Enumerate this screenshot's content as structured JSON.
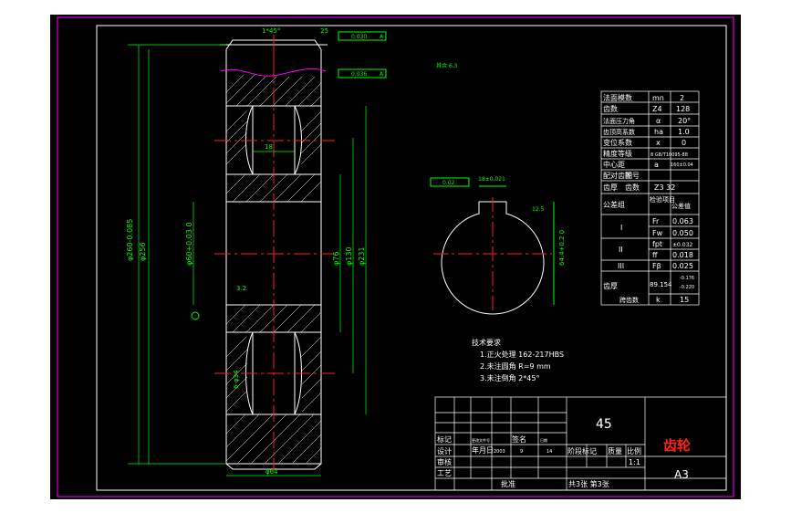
{
  "drawing": {
    "title_block": {
      "material": "45",
      "part_name": "齿轮",
      "sheet_size": "A3",
      "rows_left": [
        "标记",
        "设计",
        "审核",
        "工艺"
      ],
      "date_col": "年月日",
      "sign_col": "签名",
      "date_year": "2003",
      "date_month": "9",
      "date_day": "14",
      "stage_label": "阶段标记",
      "weight_label": "质量",
      "scale_label": "比例",
      "scale_value": "1:1",
      "approve_label": "批准",
      "sheet_count": "共3张 第3张",
      "small_note_1": "更改文件号",
      "small_note_2": "日期"
    },
    "params": {
      "rows": [
        {
          "name": "法面模数",
          "symbol": "mn",
          "value": "2"
        },
        {
          "name": "齿数",
          "symbol": "Z4",
          "value": "128"
        },
        {
          "name": "法面压力角",
          "symbol": "α",
          "value": "20°"
        },
        {
          "name": "齿顶高系数",
          "symbol": "ha",
          "value": "1.0"
        },
        {
          "name": "变位系数",
          "symbol": "x",
          "value": "0"
        },
        {
          "name": "精度等级",
          "symbol": "",
          "value": "8 GB/T10095-88"
        },
        {
          "name": "中心距",
          "symbol": "a",
          "value": "160±0.04"
        },
        {
          "name": "配对齿轮",
          "symbol": "图号",
          "value": ""
        },
        {
          "name": "",
          "symbol": "齿数",
          "value": "Z3 32"
        }
      ],
      "group_header": {
        "col1": "公差组",
        "col2": "检验项目",
        "col3": "公差值"
      },
      "groups": [
        {
          "label": "I",
          "items": [
            {
              "symbol": "Fr",
              "value": "0.063"
            },
            {
              "symbol": "Fw",
              "value": "0.050"
            }
          ]
        },
        {
          "label": "II",
          "items": [
            {
              "symbol": "fpt",
              "value": "±0.032"
            },
            {
              "symbol": "ff",
              "value": "0.018"
            }
          ]
        },
        {
          "label": "III",
          "items": [
            {
              "symbol": "Fβ",
              "value": "0.025"
            }
          ]
        }
      ],
      "thickness": {
        "label": "齿厚",
        "value": "89.154",
        "upper": "-0.176",
        "lower": "-0.220",
        "count_label": "跨齿数",
        "k": "15"
      }
    },
    "notes": {
      "heading": "技术要求",
      "items": [
        "1.正火处理 162-217HBS",
        "2.未注圆角 R=9 mm",
        "3.未注倒角 2*45°"
      ]
    },
    "dims": {
      "top_chamfer": "1*45°",
      "od": "φ260-0.085",
      "d256": "φ256",
      "d60": "φ60+0.03 0",
      "d76": "φ76",
      "d130": "φ130",
      "d231": "φ231",
      "web": "18",
      "bottom": "φ64",
      "width": "6-φ34",
      "key_width": "18±0.021",
      "key_height": "64.4+0.2 0",
      "roughness_main": "3.2",
      "roughness_other": "12.5",
      "roughness_face": "25",
      "tol_1": "0.030",
      "tol_2": "0.036",
      "datum": "A",
      "tol_key": "0.02",
      "rest_roughness": "其余 6.3"
    }
  }
}
